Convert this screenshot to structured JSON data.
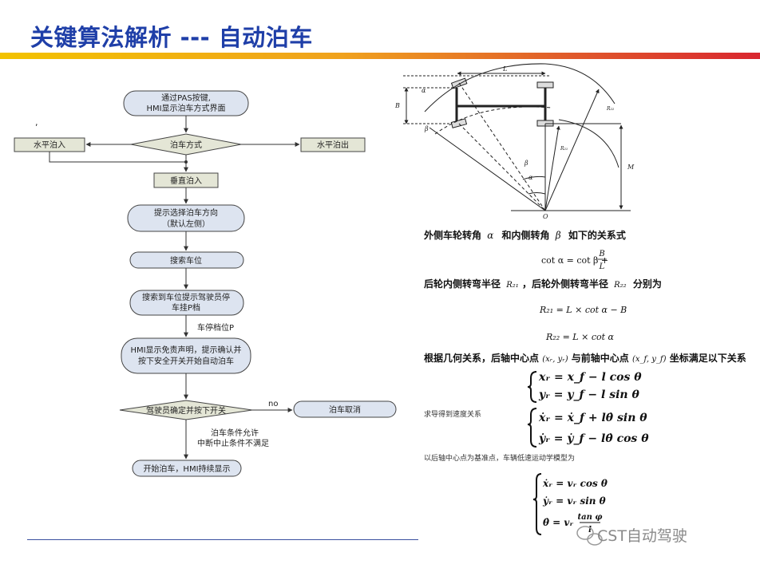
{
  "slide": {
    "title": "关键算法解析 --- 自动泊车",
    "watermark": "CST自动驾驶",
    "stray_mark": ","
  },
  "flowchart": {
    "n1a": "通过PAS按键,",
    "n1b": "HMI显示泊车方式界面",
    "n2": "泊车方式",
    "n3": "水平泊入",
    "n4": "水平泊出",
    "n5": "垂直泊入",
    "n6a": "提示选择泊车方向",
    "n6b": "（默认左侧）",
    "n7": "搜索车位",
    "n8a": "搜索到车位提示驾驶员停",
    "n8b": "车挂P档",
    "e1": "车停档位P",
    "n9a": "HMI显示免责声明，提示确认并",
    "n9b": "按下安全开关开始自动泊车",
    "n10": "驾驶员确定并按下开关",
    "e2": "no",
    "n11": "泊车取消",
    "e3a": "泊车条件允许",
    "e3b": "中断中止条件不满足",
    "n12": "开始泊车，HMI持续显示"
  },
  "geometry_labels": {
    "L": "L",
    "B": "B",
    "M": "M",
    "O": "O",
    "alpha": "α",
    "beta": "β",
    "R1": "R₂₁",
    "R2": "R₂₂"
  },
  "formulas": {
    "t1a": "外侧车轮转角",
    "t1v1": "α",
    "t1b": "和内侧转角",
    "t1v2": "β",
    "t1c": "如下的关系式",
    "f1_lhs": "cot α = cot β +",
    "f1_num": "B",
    "f1_den": "L",
    "t2a": "后轮内侧转弯半径",
    "t2v1": "R₂₁",
    "t2b": "，后轮外侧转弯半径",
    "t2v2": "R₂₂",
    "t2c": "分别为",
    "f2": "R₂₁ = L × cot α − B",
    "f3": "R₂₂ = L × cot α",
    "t3a": "根据几何关系，后轴中心点",
    "t3v1": "(xᵣ, yᵣ)",
    "t3b": "与前轴中心点",
    "t3v2": "(x_f, y_f)",
    "t3c": "坐标满足以下关系",
    "s1l1": "xᵣ = x_f − l cos θ",
    "s1l2": "yᵣ = y_f − l sin θ",
    "t4": "求导得到速度关系",
    "s2l1": "ẋᵣ = ẋ_f + lθ̇ sin θ",
    "s2l2": "ẏᵣ = ẏ_f − lθ̇ cos θ",
    "t5": "以后轴中心点为基准点，车辆低速运动学模型为",
    "s3l1": "ẋᵣ = vᵣ cos θ",
    "s3l2": "ẏᵣ = vᵣ sin θ",
    "s3l3a": "θ̇ = vᵣ",
    "s3l3num": "tan φ",
    "s3l3den": "l"
  },
  "colors": {
    "title": "#1f3fa8",
    "node_fill": "#dde4f0",
    "box_fill": "#e4e6d6",
    "line": "#333333"
  }
}
